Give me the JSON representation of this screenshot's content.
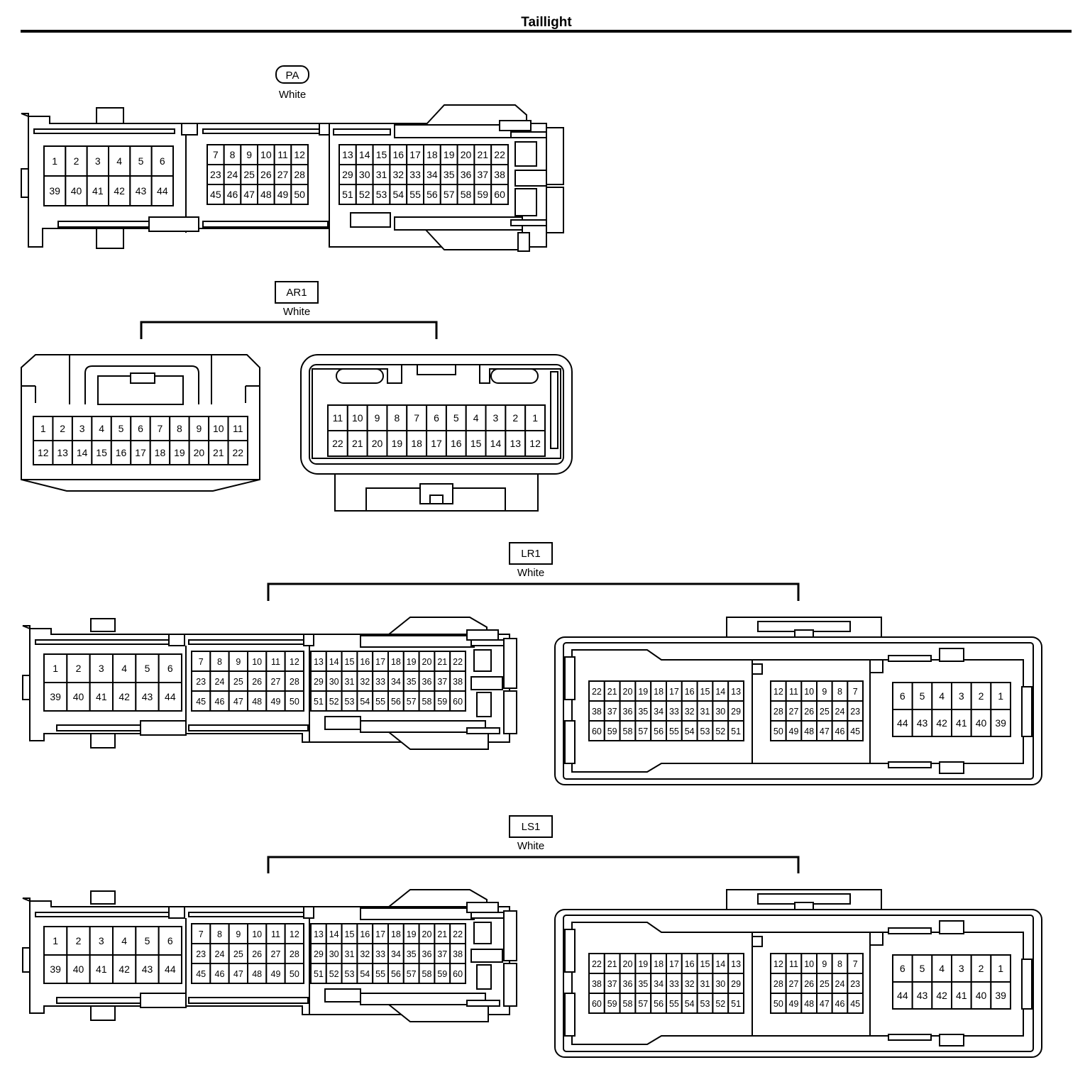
{
  "title": "Taillight",
  "connectors": {
    "pa": {
      "code": "PA",
      "color": "White"
    },
    "ar1": {
      "code": "AR1",
      "color": "White"
    },
    "lr1": {
      "code": "LR1",
      "color": "White"
    },
    "ls1": {
      "code": "LS1",
      "color": "White"
    }
  },
  "pins": {
    "m60a": {
      "g1_top": [
        "1",
        "2",
        "3",
        "4",
        "5",
        "6"
      ],
      "g1_bot": [
        "39",
        "40",
        "41",
        "42",
        "43",
        "44"
      ],
      "g2_r1": [
        "7",
        "8",
        "9",
        "10",
        "11",
        "12"
      ],
      "g2_r2": [
        "23",
        "24",
        "25",
        "26",
        "27",
        "28"
      ],
      "g2_r3": [
        "45",
        "46",
        "47",
        "48",
        "49",
        "50"
      ],
      "g3_r1": [
        "13",
        "14",
        "15",
        "16",
        "17",
        "18",
        "19",
        "20",
        "21",
        "22"
      ],
      "g3_r2": [
        "29",
        "30",
        "31",
        "32",
        "33",
        "34",
        "35",
        "36",
        "37",
        "38"
      ],
      "g3_r3": [
        "51",
        "52",
        "53",
        "54",
        "55",
        "56",
        "57",
        "58",
        "59",
        "60"
      ]
    },
    "f60": {
      "g3_r1": [
        "22",
        "21",
        "20",
        "19",
        "18",
        "17",
        "16",
        "15",
        "14",
        "13"
      ],
      "g3_r2": [
        "38",
        "37",
        "36",
        "35",
        "34",
        "33",
        "32",
        "31",
        "30",
        "29"
      ],
      "g3_r3": [
        "60",
        "59",
        "58",
        "57",
        "56",
        "55",
        "54",
        "53",
        "52",
        "51"
      ],
      "g2_r1": [
        "12",
        "11",
        "10",
        "9",
        "8",
        "7"
      ],
      "g2_r2": [
        "28",
        "27",
        "26",
        "25",
        "24",
        "23"
      ],
      "g2_r3": [
        "50",
        "49",
        "48",
        "47",
        "46",
        "45"
      ],
      "g1_top": [
        "6",
        "5",
        "4",
        "3",
        "2",
        "1"
      ],
      "g1_bot": [
        "44",
        "43",
        "42",
        "41",
        "40",
        "39"
      ]
    },
    "ar1": {
      "left_r1": [
        "1",
        "2",
        "3",
        "4",
        "5",
        "6",
        "7",
        "8",
        "9",
        "10",
        "11"
      ],
      "left_r2": [
        "12",
        "13",
        "14",
        "15",
        "16",
        "17",
        "18",
        "19",
        "20",
        "21",
        "22"
      ],
      "right_r1": [
        "11",
        "10",
        "9",
        "8",
        "7",
        "6",
        "5",
        "4",
        "3",
        "2",
        "1"
      ],
      "right_r2": [
        "22",
        "21",
        "20",
        "19",
        "18",
        "17",
        "16",
        "15",
        "14",
        "13",
        "12"
      ]
    }
  }
}
